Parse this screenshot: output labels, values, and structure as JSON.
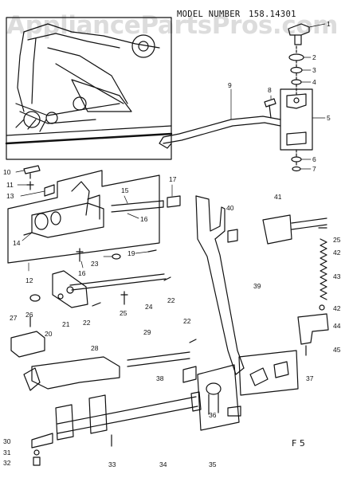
{
  "header": {
    "model_label": "MODEL NUMBER",
    "model_number": "158.14301"
  },
  "watermark": "AppliancePartsPros.com",
  "figure_label": "F 5",
  "parts": [
    {
      "id": "1",
      "label": "1"
    },
    {
      "id": "2",
      "label": "2"
    },
    {
      "id": "3",
      "label": "3"
    },
    {
      "id": "4",
      "label": "4"
    },
    {
      "id": "5",
      "label": "5"
    },
    {
      "id": "6",
      "label": "6"
    },
    {
      "id": "7",
      "label": "7"
    },
    {
      "id": "8",
      "label": "8"
    },
    {
      "id": "9",
      "label": "9"
    },
    {
      "id": "10",
      "label": "10"
    },
    {
      "id": "11",
      "label": "11"
    },
    {
      "id": "12",
      "label": "12"
    },
    {
      "id": "13",
      "label": "13"
    },
    {
      "id": "14",
      "label": "14"
    },
    {
      "id": "15",
      "label": "15"
    },
    {
      "id": "16",
      "label": "16"
    },
    {
      "id": "16b",
      "label": "16"
    },
    {
      "id": "17",
      "label": "17"
    },
    {
      "id": "19",
      "label": "19"
    },
    {
      "id": "20",
      "label": "20"
    },
    {
      "id": "21",
      "label": "21"
    },
    {
      "id": "22a",
      "label": "22"
    },
    {
      "id": "22b",
      "label": "22"
    },
    {
      "id": "22c",
      "label": "22"
    },
    {
      "id": "23",
      "label": "23"
    },
    {
      "id": "24",
      "label": "24"
    },
    {
      "id": "25a",
      "label": "25"
    },
    {
      "id": "25b",
      "label": "25"
    },
    {
      "id": "26",
      "label": "26"
    },
    {
      "id": "27",
      "label": "27"
    },
    {
      "id": "28",
      "label": "28"
    },
    {
      "id": "29",
      "label": "29"
    },
    {
      "id": "30",
      "label": "30"
    },
    {
      "id": "31",
      "label": "31"
    },
    {
      "id": "32",
      "label": "32"
    },
    {
      "id": "33",
      "label": "33"
    },
    {
      "id": "34",
      "label": "34"
    },
    {
      "id": "35",
      "label": "35"
    },
    {
      "id": "36",
      "label": "36"
    },
    {
      "id": "37",
      "label": "37"
    },
    {
      "id": "38",
      "label": "38"
    },
    {
      "id": "39",
      "label": "39"
    },
    {
      "id": "40",
      "label": "40"
    },
    {
      "id": "41",
      "label": "41"
    },
    {
      "id": "42a",
      "label": "42"
    },
    {
      "id": "42b",
      "label": "42"
    },
    {
      "id": "43",
      "label": "43"
    },
    {
      "id": "44",
      "label": "44"
    },
    {
      "id": "45",
      "label": "45"
    }
  ]
}
